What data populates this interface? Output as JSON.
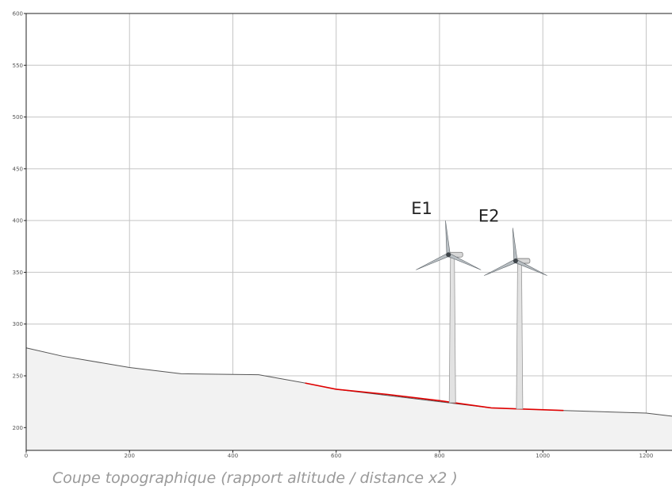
{
  "caption": "Coupe topographique (rapport altitude / distance x2 )",
  "chart_data": {
    "type": "area",
    "xlim": [
      0,
      1250
    ],
    "ylim": [
      178,
      600
    ],
    "x_ticks": [
      0,
      200,
      400,
      600,
      800,
      1000,
      1200
    ],
    "x_tick_labels": [
      "0",
      "200",
      "400",
      "600",
      "800",
      "1000",
      "1200"
    ],
    "y_ticks": [
      200,
      250,
      300,
      350,
      400,
      450,
      500,
      550,
      600
    ],
    "y_tick_labels": [
      "200",
      "250",
      "300",
      "350",
      "400",
      "450",
      "500",
      "550",
      "600"
    ],
    "grid": true,
    "terrain": {
      "x": [
        0,
        70,
        200,
        300,
        450,
        540,
        600,
        900,
        1040,
        1200,
        1250
      ],
      "y": [
        277,
        269,
        258,
        252,
        251,
        243,
        237,
        219,
        216.5,
        214,
        211
      ],
      "fill": "#f2f2f2",
      "stroke": "#555555"
    },
    "highlight": {
      "x": [
        540,
        600,
        700,
        800,
        900,
        1040
      ],
      "y": [
        243,
        237,
        232,
        226,
        219,
        216.5
      ],
      "color": "#e00000"
    },
    "turbines": [
      {
        "label": "E1",
        "x": 825,
        "base": 224,
        "hub": 367,
        "tip": 400
      },
      {
        "label": "E2",
        "x": 955,
        "base": 218,
        "hub": 361,
        "tip": 393
      }
    ]
  }
}
